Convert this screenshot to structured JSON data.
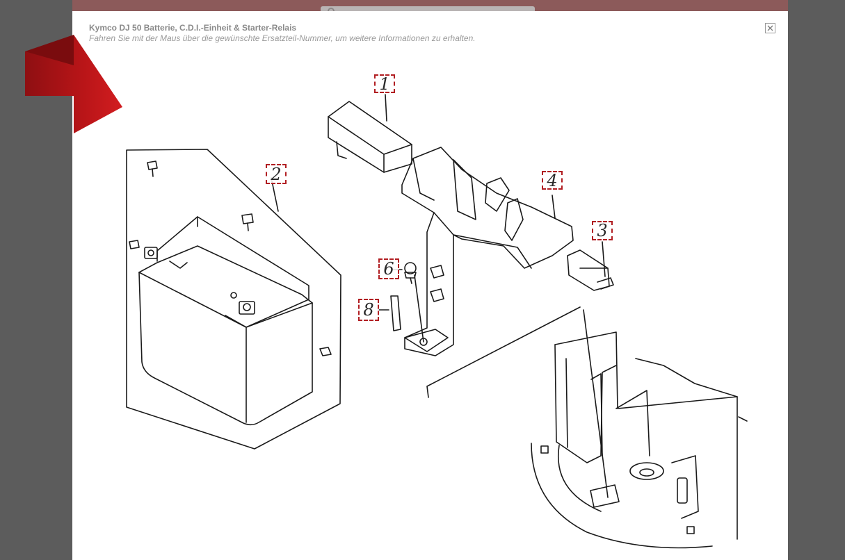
{
  "modal": {
    "title": "Kymco DJ 50 Batterie, C.D.I.-Einheit & Starter-Relais",
    "subtitle": "Fahren Sie mit der Maus über die gewünschte Ersatzteil-Nummer, um weitere Informationen zu erhalten."
  },
  "parts": [
    {
      "number": "1"
    },
    {
      "number": "2"
    },
    {
      "number": "4"
    },
    {
      "number": "3"
    },
    {
      "number": "6"
    },
    {
      "number": "8"
    }
  ],
  "colors": {
    "accent_red": "#b11e22",
    "backdrop_bar": "#8c5a5a",
    "overlay": "#5c5c5c"
  },
  "icons": {
    "close": "close-icon",
    "pointer": "red-arrow-icon"
  }
}
